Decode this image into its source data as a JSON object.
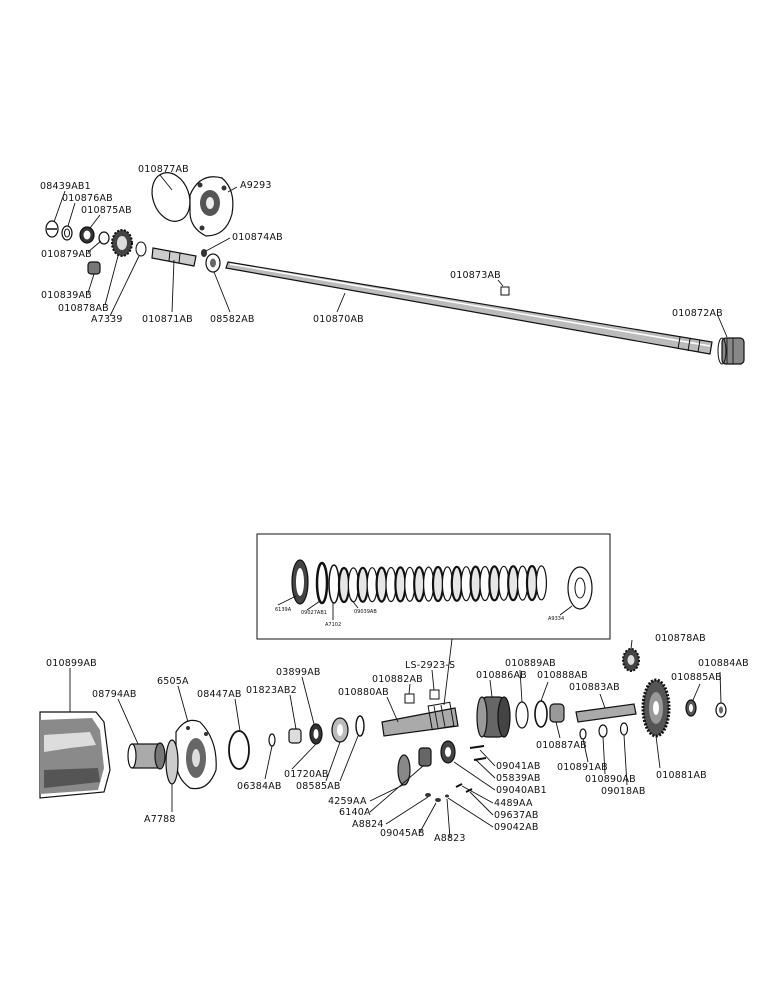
{
  "top_labels": {
    "l08439": "08439AB1",
    "l10876": "010876AB",
    "l10875": "010875AB",
    "l10879": "010879AB",
    "l10839": "010839AB",
    "l10878": "010878AB",
    "l7339": "A7339",
    "l10877": "010877AB",
    "l9293": "A9293",
    "l10874": "010874AB",
    "l10871": "010871AB",
    "l08582": "08582AB",
    "l10870": "010870AB",
    "l10873": "010873AB",
    "l10872": "010872AB"
  },
  "inset_labels": {
    "l6139": "6139A",
    "l09027": "09027AB1",
    "l7102": "A7102",
    "l09039": "09039AB",
    "l9334": "A9334"
  },
  "bottom_labels": {
    "l10899": "010899AB",
    "l08794": "08794AB",
    "l6505": "6505A",
    "l7788": "A7788",
    "l08447": "08447AB",
    "l06384": "06384AB",
    "l03899": "03899AB",
    "l01823": "01823AB2",
    "l01720": "01720AB",
    "l08585": "08585AB",
    "l10882": "010882AB",
    "l10880": "010880AB",
    "lLS": "LS-2923-S",
    "l10889": "010889AB",
    "l10886": "010886AB",
    "l10888": "010888AB",
    "l10878b": "010878AB",
    "l10884": "010884AB",
    "l10885": "010885AB",
    "l10883": "010883AB",
    "l10887": "010887AB",
    "l09041": "09041AB",
    "l05839": "05839AB",
    "l09040": "09040AB1",
    "l4489": "4489AA",
    "l09637": "09637AB",
    "l09042": "09042AB",
    "l4259": "4259AA",
    "l6140": "6140A",
    "l8824": "A8824",
    "l09045": "09045AB",
    "l8823": "A8823",
    "l10891": "010891AB",
    "l10890": "010890AB",
    "l09018": "09018AB",
    "l10881": "010881AB"
  }
}
